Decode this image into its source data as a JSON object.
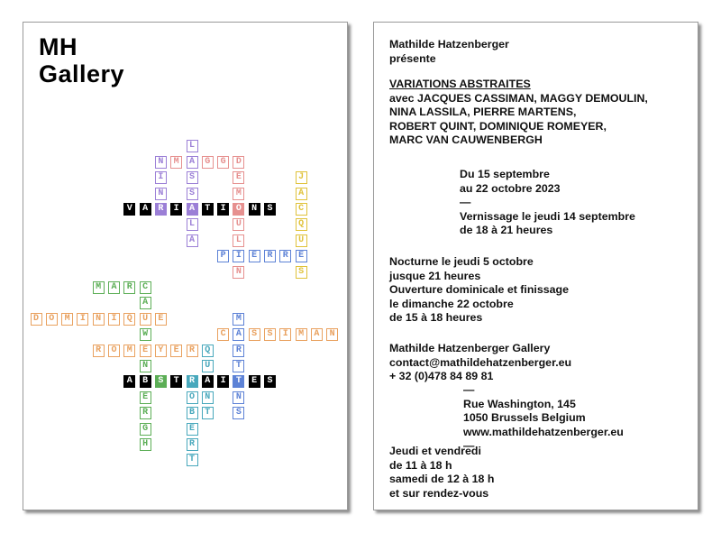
{
  "left_card": {
    "logo_line1": "MH",
    "logo_line2": "Gallery",
    "colors": {
      "purple": "#9b7fd6",
      "pink": "#e6908f",
      "green": "#5cae56",
      "cyan": "#48a8bc",
      "orange": "#e9a15f",
      "yellow": "#e0c23a",
      "blue": "#5d82d6",
      "teal": "#1f9e96",
      "black": "#000000"
    },
    "crossword": {
      "maggy": "MAGGY",
      "demoulin": "DEMOULIN",
      "nina": "NINA",
      "lassila": "LASSILA",
      "variations": "VARIATIONS",
      "jacques": "JACQUES",
      "pierre": "PIERRE",
      "marc": "MARC",
      "cauwenbergh": "CAUWENBERGH",
      "dominique": "DOMINIQUE",
      "cassiman": "CASSIMAN",
      "martens": "MARTENS",
      "romeyer": "ROMEYER",
      "quint": "QUINT",
      "abstraites": "ABSTRAITES",
      "robert": "ROBERT"
    }
  },
  "right_card": {
    "presenter_name": "Mathilde Hatzenberger",
    "presenter_verb": "présente",
    "exhibition_title": "VARIATIONS ABSTRAITES",
    "artists_lines": [
      "avec JACQUES CASSIMAN, MAGGY DEMOULIN,",
      "NINA LASSILA, PIERRE MARTENS,",
      "ROBERT QUINT, DOMINIQUE ROMEYER,",
      "MARC VAN CAUWENBERGH"
    ],
    "dates_lines": [
      "Du 15 septembre",
      "au 22 octobre 2023",
      "—",
      "Vernissage le jeudi 14 septembre",
      "de 18 à 21 heures"
    ],
    "events_lines": [
      "Nocturne le jeudi 5 octobre",
      "jusque 21 heures",
      "Ouverture dominicale et finissage",
      "le dimanche 22 octobre",
      "de 15 à 18 heures"
    ],
    "contact_lines": [
      "Mathilde Hatzenberger Gallery",
      "contact@mathildehatzenberger.eu",
      "+ 32 (0)478 84 89 81"
    ],
    "address_lines": [
      "—",
      "Rue Washington, 145",
      "1050 Brussels Belgium",
      "www.mathildehatzenberger.eu",
      "—"
    ],
    "hours_lines": [
      "Jeudi et vendredi",
      "de 11 à 18 h",
      "samedi de 12 à 18 h",
      "et sur rendez-vous"
    ]
  }
}
